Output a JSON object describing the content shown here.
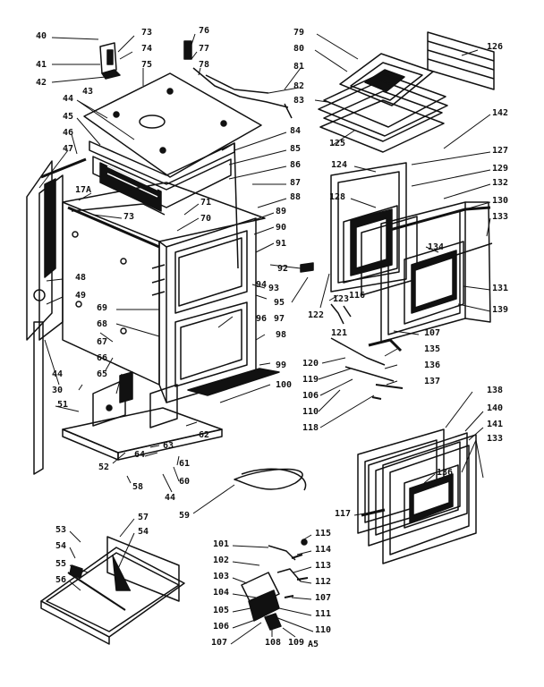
{
  "diagram": {
    "labels": [
      "40",
      "41",
      "42",
      "43",
      "73",
      "74",
      "75",
      "76",
      "77",
      "78",
      "79",
      "80",
      "81",
      "82",
      "83",
      "126",
      "44",
      "45",
      "46",
      "47",
      "84",
      "85",
      "86",
      "87",
      "88",
      "125",
      "142",
      "127",
      "124",
      "129",
      "128",
      "132",
      "130",
      "133",
      "17A",
      "73",
      "71",
      "70",
      "89",
      "90",
      "91",
      "92",
      "93",
      "94",
      "95",
      "96",
      "97",
      "48",
      "49",
      "69",
      "68",
      "67",
      "66",
      "65",
      "98",
      "99",
      "100",
      "134",
      "116",
      "123",
      "122",
      "121",
      "131",
      "139",
      "107",
      "135",
      "120",
      "119",
      "136",
      "137",
      "106",
      "110",
      "118",
      "51",
      "30",
      "44",
      "62",
      "63",
      "52",
      "64",
      "61",
      "60",
      "44",
      "58",
      "59",
      "138",
      "140",
      "141",
      "133",
      "136",
      "117",
      "53",
      "54",
      "55",
      "56",
      "57",
      "54",
      "101",
      "102",
      "103",
      "104",
      "105",
      "106",
      "107",
      "115",
      "114",
      "113",
      "112",
      "107",
      "111",
      "110",
      "108",
      "109",
      "A5"
    ],
    "ink_color": "#111111",
    "paper_color": "#ffffff"
  }
}
